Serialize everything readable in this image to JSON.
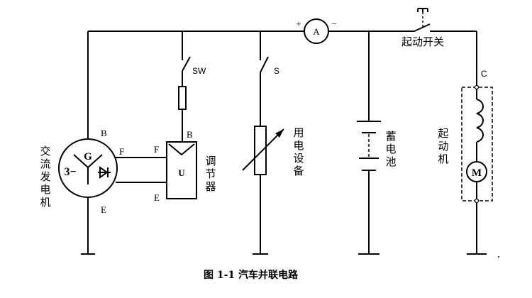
{
  "diagram": {
    "caption": "图 1-1  汽车并联电路",
    "ammeter": {
      "symbol": "A",
      "plus": "+",
      "minus": "−"
    },
    "generator": {
      "label_chars": [
        "交",
        "流",
        "发",
        "电",
        "机"
      ],
      "symbol": "G",
      "phase": "3−",
      "terminal_b": "B",
      "terminal_f": "F",
      "terminal_e": "E"
    },
    "regulator": {
      "label_chars": [
        "调",
        "节",
        "器"
      ],
      "symbol": "U",
      "terminal_b": "B",
      "terminal_f": "F",
      "terminal_e": "E"
    },
    "switch_sw": "SW",
    "switch_s": "S",
    "load": {
      "label_chars": [
        "用",
        "电",
        "设",
        "备"
      ]
    },
    "battery": {
      "label_chars": [
        "蓄",
        "电",
        "池"
      ]
    },
    "start_switch": {
      "label": "起动开关"
    },
    "starter": {
      "label_chars": [
        "起",
        "动",
        "机"
      ],
      "terminal": "C",
      "motor_symbol": "M"
    }
  }
}
